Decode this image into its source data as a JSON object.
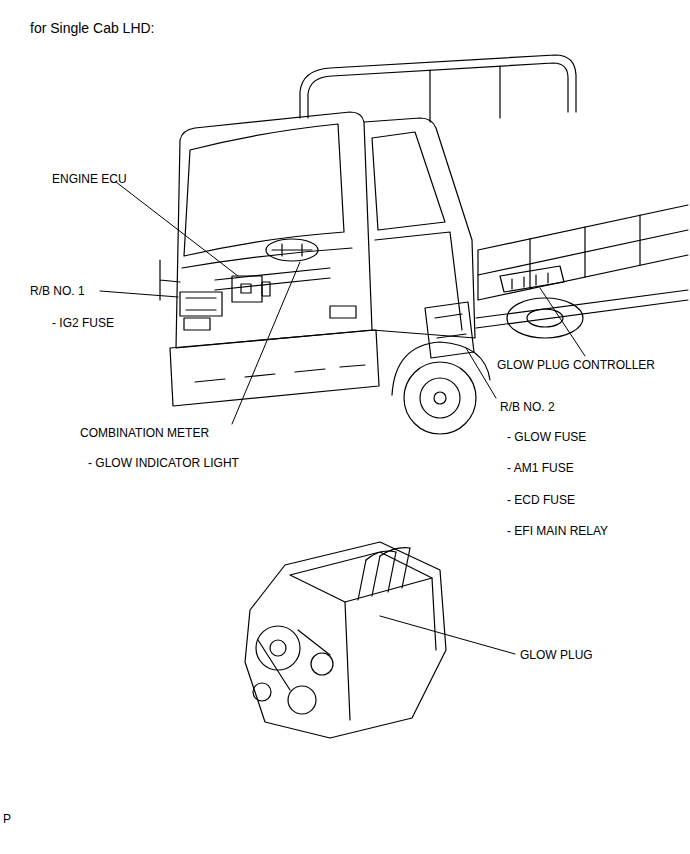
{
  "diagram": {
    "title": "for Single Cab LHD:",
    "labels": [
      "ENGINE ECU",
      "R/B NO. 1",
      "- IG2 FUSE",
      "COMBINATION METER",
      "- GLOW INDICATOR LIGHT",
      "GLOW PLUG CONTROLLER",
      "R/B NO. 2",
      "- GLOW FUSE",
      "- AM1 FUSE",
      "- ECD FUSE",
      "- EFI MAIN RELAY",
      "GLOW PLUG",
      "P"
    ]
  }
}
